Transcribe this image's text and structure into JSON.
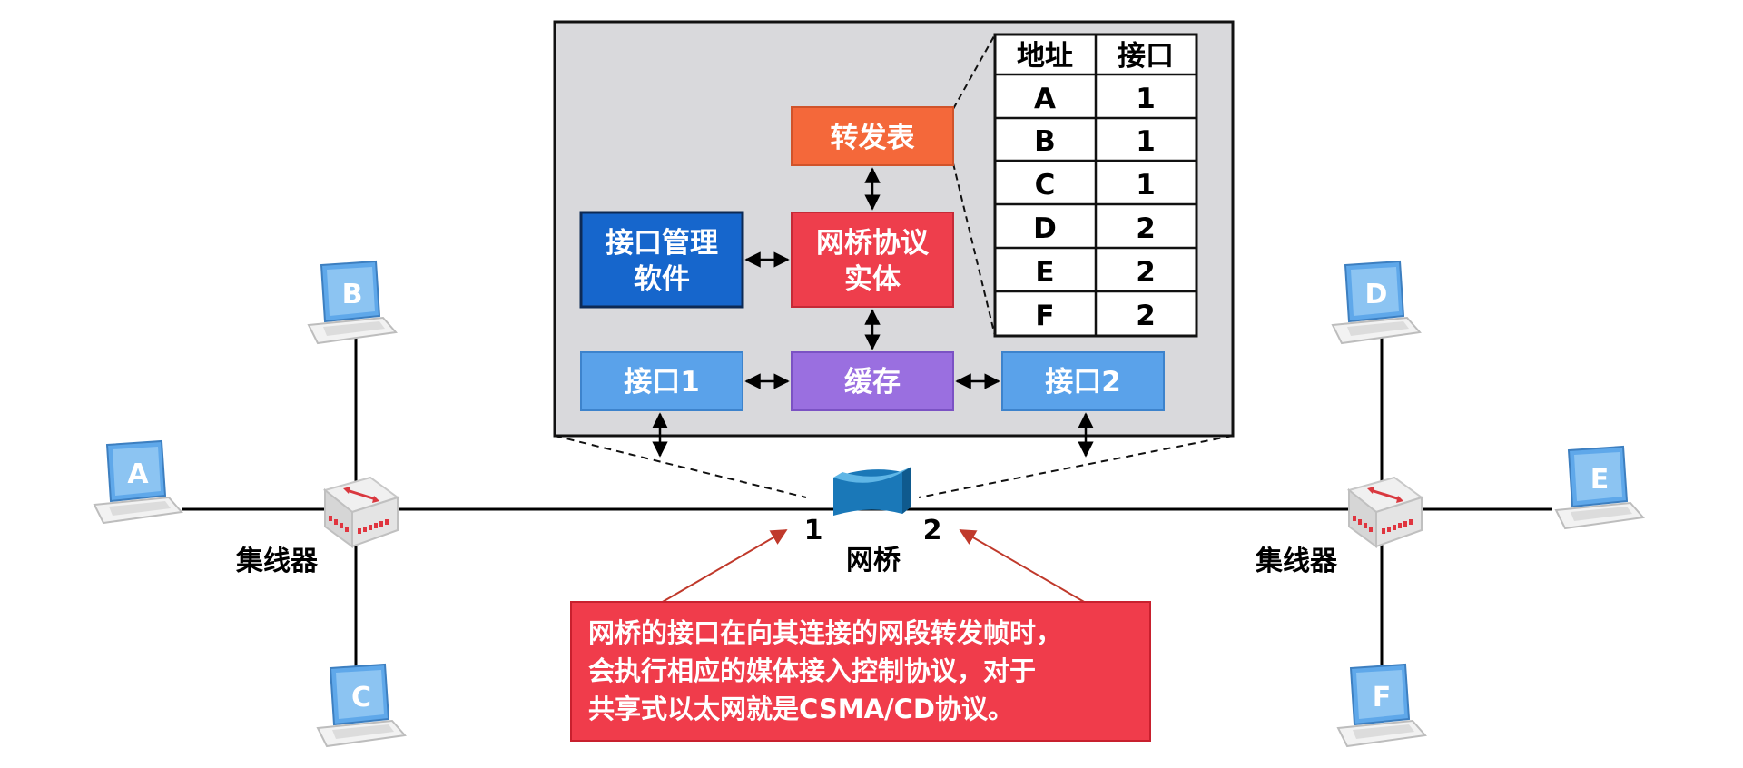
{
  "modules": {
    "forwarding_table": "转发表",
    "iface_mgmt_line1": "接口管理",
    "iface_mgmt_line2": "软件",
    "bridge_entity_line1": "网桥协议",
    "bridge_entity_line2": "实体",
    "iface1": "接口1",
    "buffer": "缓存",
    "iface2": "接口2"
  },
  "table": {
    "headers": [
      "地址",
      "接口"
    ],
    "rows": [
      {
        "addr": "A",
        "port": "1"
      },
      {
        "addr": "B",
        "port": "1"
      },
      {
        "addr": "C",
        "port": "1"
      },
      {
        "addr": "D",
        "port": "2"
      },
      {
        "addr": "E",
        "port": "2"
      },
      {
        "addr": "F",
        "port": "2"
      }
    ]
  },
  "hosts": [
    "A",
    "B",
    "C",
    "D",
    "E",
    "F"
  ],
  "labels": {
    "hub_left": "集线器",
    "hub_right": "集线器",
    "bridge": "网桥",
    "port1": "1",
    "port2": "2"
  },
  "callout": {
    "line1": "网桥的接口在向其连接的网段转发帧时，",
    "line2": "会执行相应的媒体接入控制协议，对于",
    "line3": "共享式以太网就是CSMA/CD协议。"
  },
  "colors": {
    "forwarding_table": "#f4683a",
    "bridge_entity": "#ee3e4c",
    "iface_mgmt": "#1666cc",
    "iface": "#5aa2ea",
    "buffer": "#9a6fe0",
    "panel": "#d9d9dc",
    "callout": "#f03c4b"
  }
}
